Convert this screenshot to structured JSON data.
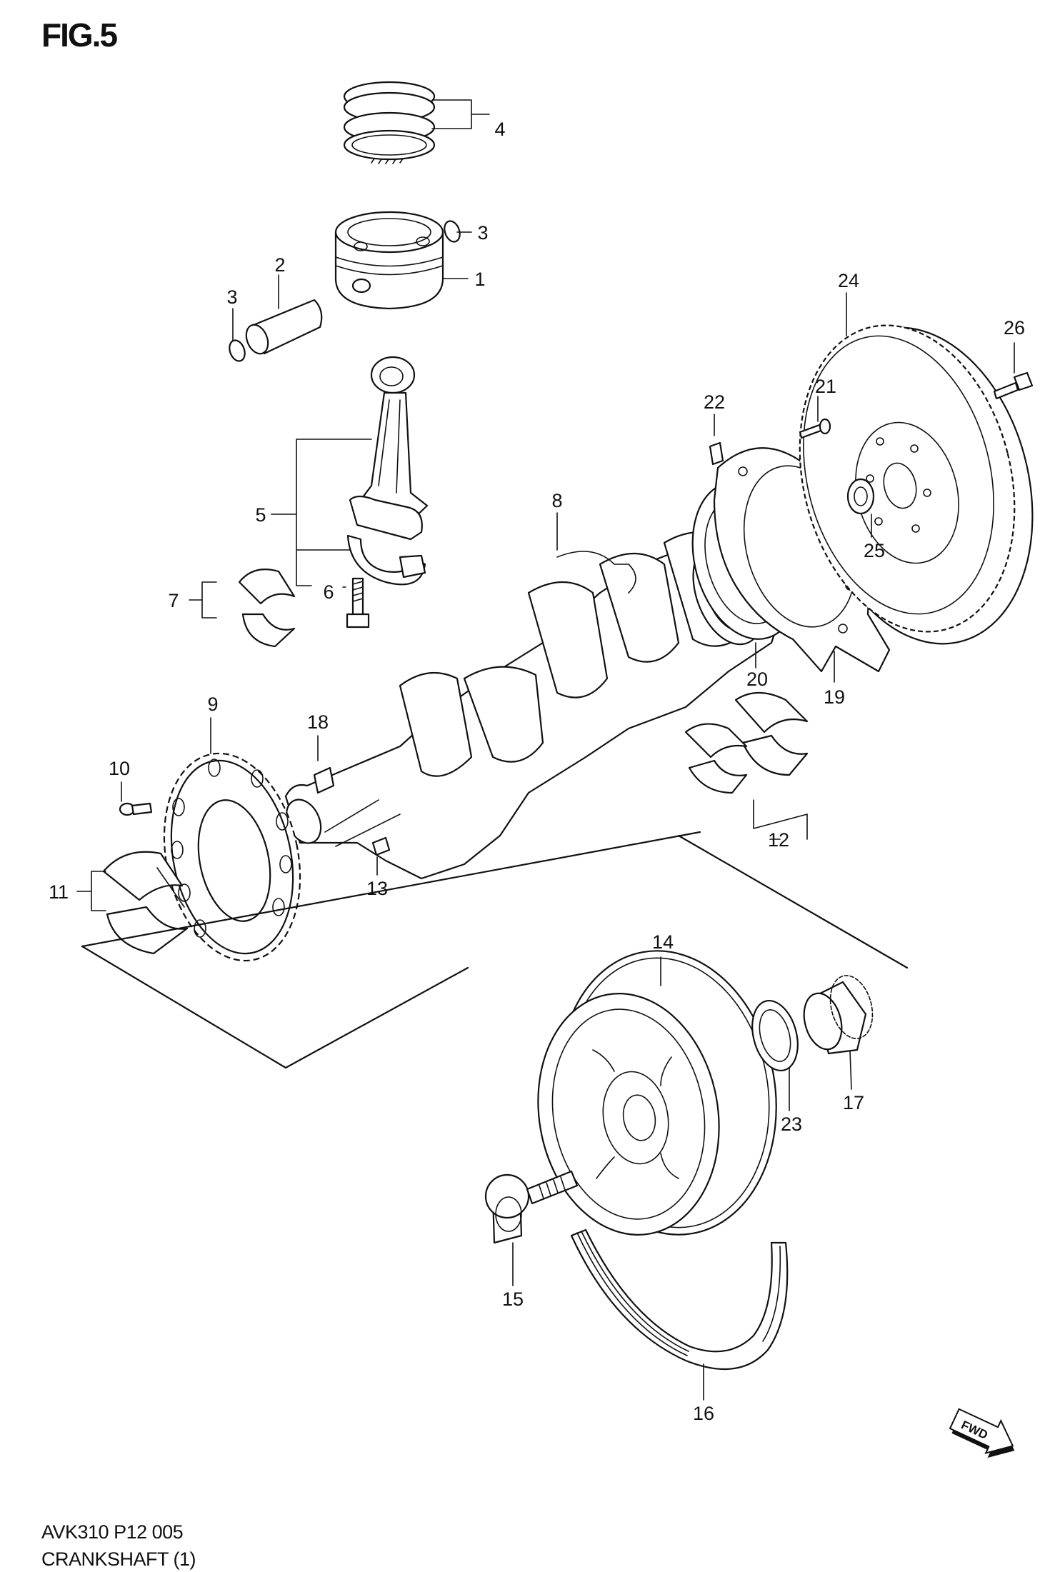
{
  "figure": {
    "title": "FIG.5",
    "code": "AVK310 P12 005",
    "name": "CRANKSHAFT (1)",
    "direction_badge": "FWD"
  },
  "callouts": [
    "1",
    "2",
    "3",
    "3",
    "4",
    "5",
    "6",
    "7",
    "8",
    "9",
    "10",
    "11",
    "12",
    "13",
    "14",
    "15",
    "16",
    "17",
    "18",
    "19",
    "20",
    "21",
    "22",
    "23",
    "24",
    "25",
    "26"
  ],
  "parts": {
    "piston": "piston",
    "piston_pin": "piston pin",
    "pin_circlip": "piston pin circlip",
    "piston_rings": "piston ring set",
    "connecting_rod": "connecting rod",
    "rod_bolt": "connecting rod bolt",
    "rod_bearing": "connecting rod bearing",
    "crankshaft": "crankshaft",
    "timing_sprocket": "crank timing sprocket",
    "main_bearing": "main bearing",
    "crank_pulley": "crankshaft pulley",
    "pulley_bolt": "pulley bolt",
    "ribbed_belt": "ribbed belt",
    "oil_seal_housing": "rear oil seal housing",
    "flywheel": "flywheel"
  }
}
